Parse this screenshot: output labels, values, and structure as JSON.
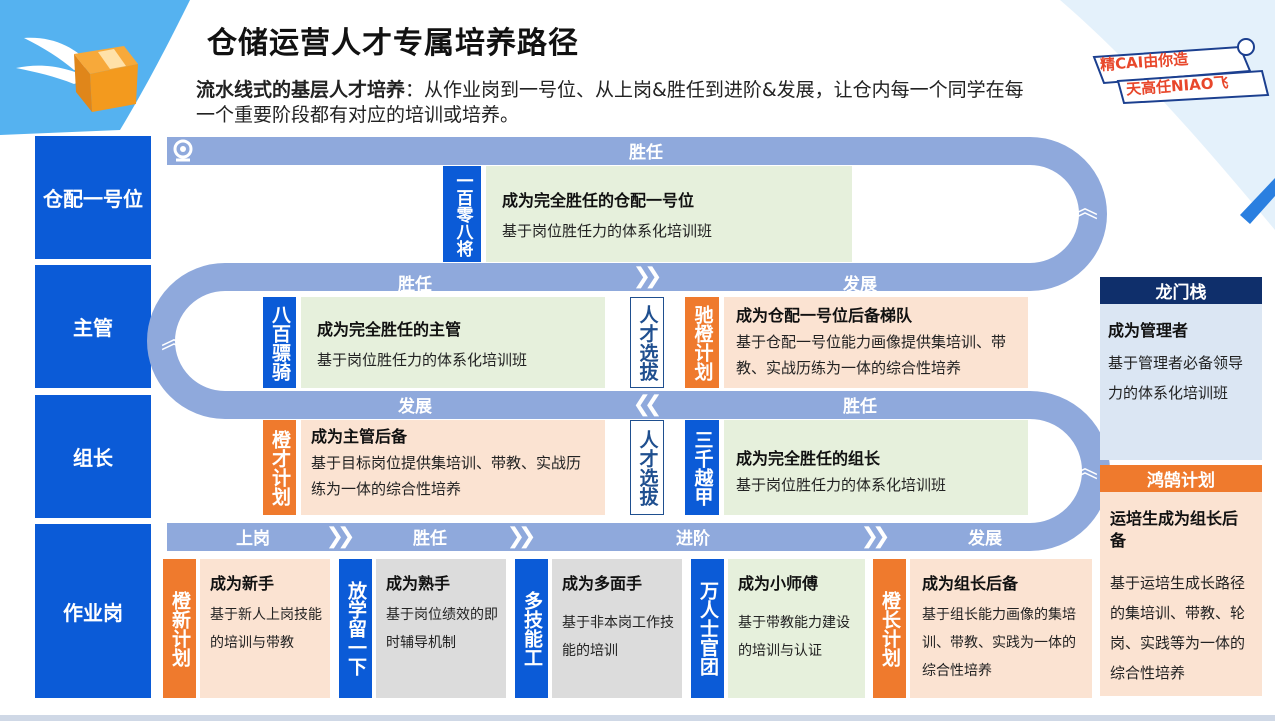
{
  "header": {
    "title": "仓储运营人才专属培养路径",
    "intro_bold": "流水线式的基层人才培养",
    "intro_text": "：从作业岗到一号位、从上岗&胜任到进阶&发展，让仓内每一个同学在每一个重要阶段都有对应的培训或培养。"
  },
  "badge": {
    "line1": "精CAI由你造",
    "line2": "天高任NIAO飞"
  },
  "rows": [
    "仓配一号位",
    "主管",
    "组长",
    "作业岗"
  ],
  "track_labels": {
    "top": "胜任",
    "mid1_left": "胜任",
    "mid1_right": "发展",
    "mid2_left": "发展",
    "mid2_right": "胜任",
    "bottom": [
      "上岗",
      "胜任",
      "进阶",
      "发展"
    ]
  },
  "programs": {
    "p108": {
      "name": "一百零八将",
      "title": "成为完全胜任的仓配一号位",
      "desc": "基于岗位胜任力的体系化培训班"
    },
    "p800": {
      "name": "八百骠骑",
      "title": "成为完全胜任的主管",
      "desc": "基于岗位胜任力的体系化培训班"
    },
    "select1": {
      "name": "人才选拔"
    },
    "chicheng": {
      "name": "驰橙计划",
      "title": "成为仓配一号位后备梯队",
      "desc": "基于仓配一号位能力画像提供集培训、带教、实战历练为一体的综合性培养"
    },
    "chengcai": {
      "name": "橙才计划",
      "title": "成为主管后备",
      "desc": "基于目标岗位提供集培训、带教、实战历练为一体的综合性培养"
    },
    "select2": {
      "name": "人才选拔"
    },
    "p3000": {
      "name": "三千越甲",
      "title": "成为完全胜任的组长",
      "desc": "基于岗位胜任力的体系化培训班"
    },
    "chengxin": {
      "name": "橙新计划",
      "title": "成为新手",
      "desc": "基于新人上岗技能的培训与带教"
    },
    "fangxue": {
      "name": "放学留一下",
      "title": "成为熟手",
      "desc": "基于岗位绩效的即时辅导机制"
    },
    "duoji": {
      "name": "多技能工",
      "title": "成为多面手",
      "desc": "基于非本岗工作技能的培训"
    },
    "wanren": {
      "name": "万人士官团",
      "title": "成为小师傅",
      "desc": "基于带教能力建设的培训与认证"
    },
    "chengzhang": {
      "name": "橙长计划",
      "title": "成为组长后备",
      "desc": "基于组长能力画像的集培训、带教、实践为一体的综合性培养"
    }
  },
  "side": {
    "longmen": {
      "name": "龙门栈",
      "title": "成为管理者",
      "desc": "基于管理者必备领导力的体系化培训班"
    },
    "honghu": {
      "name": "鸿鹄计划",
      "title": "运培生成为组长后备",
      "desc": "基于运培生成长路径的集培训、带教、轮岗、实践等为一体的综合性培养"
    }
  },
  "colors": {
    "blue": "#0b5bd7",
    "orange": "#ef7a2d",
    "track": "#8fa9dc",
    "navy": "#0f2f6b",
    "green_card": "#e6f0dc",
    "peach_card": "#fbe3d2",
    "gray_card": "#dcdcdc"
  },
  "icons": [
    "flying-box-icon",
    "location-pin-icon",
    "chevron-right-icon",
    "chevron-left-icon",
    "chevron-up-icon"
  ]
}
